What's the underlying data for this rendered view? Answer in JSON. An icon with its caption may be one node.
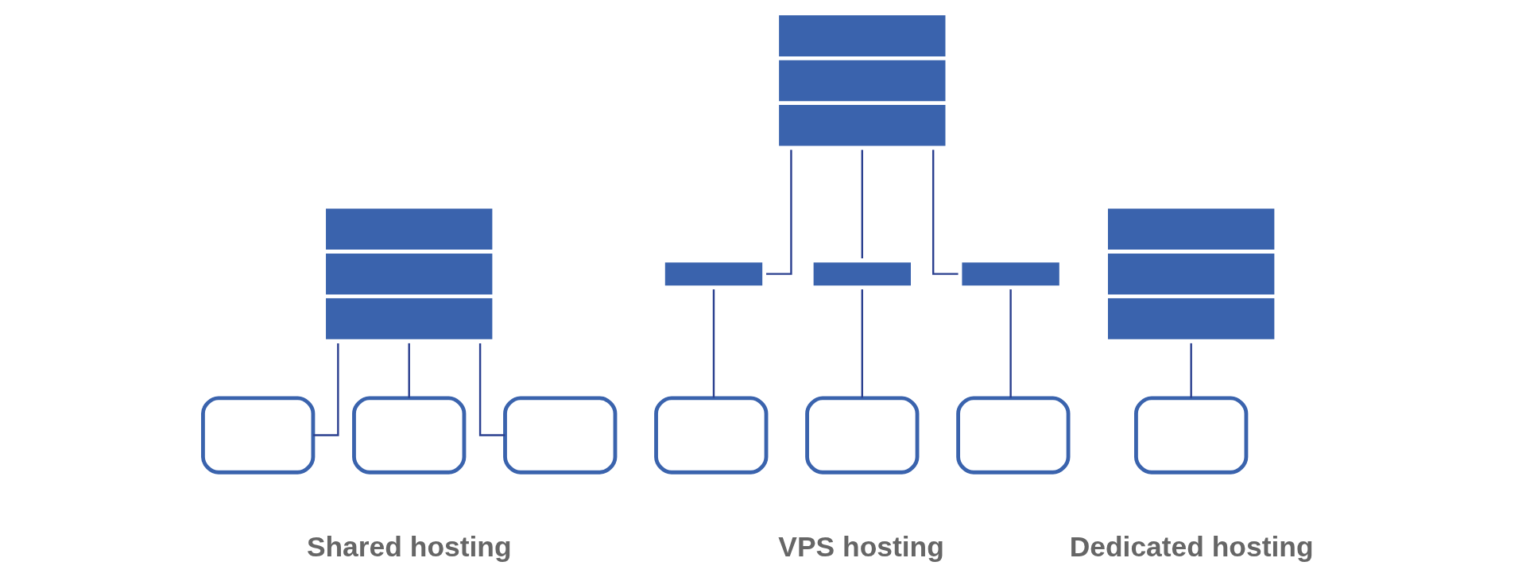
{
  "diagram": {
    "nodes": [
      {
        "text": [],
        "shape": "server"
      },
      {
        "text": [],
        "shape": "laptop"
      },
      {
        "text": [],
        "shape": "laptop"
      },
      {
        "text": [],
        "shape": "laptop"
      },
      {
        "text": [],
        "shape": "server"
      },
      {
        "text": [],
        "shape": "server"
      },
      {
        "text": [],
        "shape": "server"
      },
      {
        "text": [],
        "shape": "server"
      },
      {
        "text": [],
        "shape": "laptop"
      },
      {
        "text": [],
        "shape": "laptop"
      },
      {
        "text": [],
        "shape": "laptop"
      },
      {
        "text": [],
        "shape": "server"
      },
      {
        "text": [],
        "shape": "laptop"
      }
    ],
    "edges": [
      {
        "from": 0,
        "to": 1,
        "arrow": "none"
      },
      {
        "from": 0,
        "to": 2,
        "arrow": "none"
      },
      {
        "from": 0,
        "to": 3,
        "arrow": "none"
      },
      {
        "from": 4,
        "to": 5,
        "arrow": "none"
      },
      {
        "from": 4,
        "to": 6,
        "arrow": "none"
      },
      {
        "from": 4,
        "to": 7,
        "arrow": "none"
      },
      {
        "from": 5,
        "to": 8,
        "arrow": "none"
      },
      {
        "from": 6,
        "to": 9,
        "arrow": "none"
      },
      {
        "from": 7,
        "to": 10,
        "arrow": "none"
      },
      {
        "from": 11,
        "to": 12,
        "arrow": "none"
      }
    ],
    "labels": [
      "Shared hosting",
      "VPS hosting",
      "Dedicated hosting"
    ]
  }
}
